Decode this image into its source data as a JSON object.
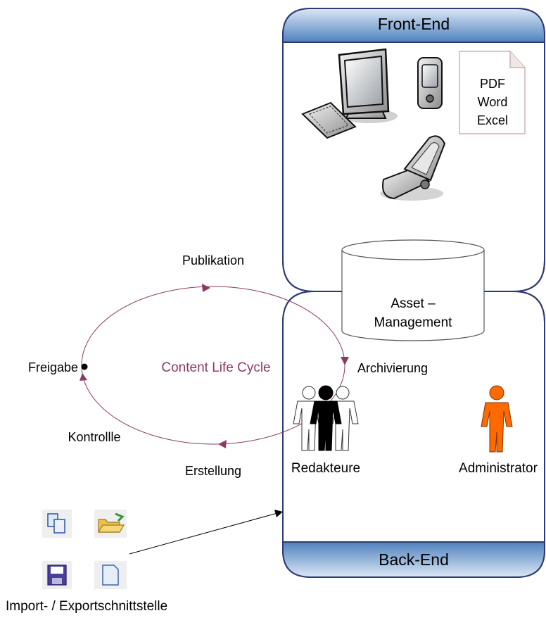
{
  "frontend": {
    "title": "Front-End"
  },
  "backend": {
    "title": "Back-End"
  },
  "document": {
    "line1": "PDF",
    "line2": "Word",
    "line3": "Excel"
  },
  "asset_management": {
    "line1": "Asset –",
    "line2": "Management"
  },
  "cycle": {
    "title": "Content Life Cycle",
    "stages": {
      "publikation": "Publikation",
      "archivierung": "Archivierung",
      "erstellung": "Erstellung",
      "kontrolle": "Kontrollle",
      "freigabe": "Freigabe"
    }
  },
  "roles": {
    "redakteure": "Redakteure",
    "administrator": "Administrator"
  },
  "interface": {
    "label": "Import- / Exportschnittstelle"
  },
  "colors": {
    "cycle": "#8b3a62",
    "panel_border": "#2e3a73",
    "header_top": "#dbe8f6",
    "header_bottom": "#4f81bd",
    "administrator": "#ff6a00"
  }
}
